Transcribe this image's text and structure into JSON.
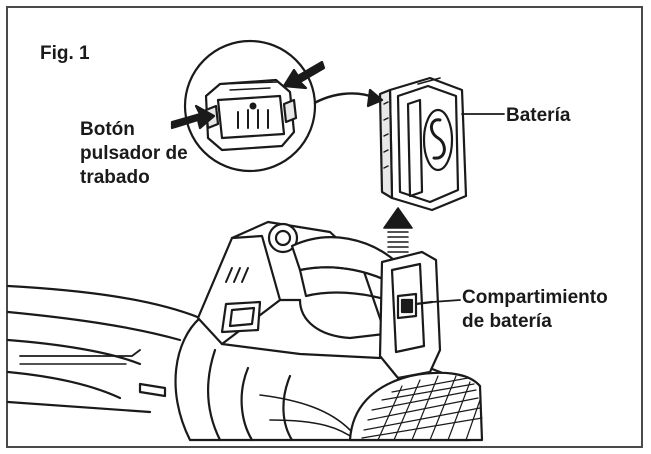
{
  "figure": {
    "title": "Fig. 1",
    "labels": {
      "button": [
        "Botón",
        "pulsador de",
        "trabado"
      ],
      "battery": "Batería",
      "compartment": [
        "Compartimiento",
        "de batería"
      ]
    }
  },
  "colors": {
    "line": "#1a1a1a",
    "frame": "#4a4a4a",
    "fill": "#ffffff",
    "shade": "#e8e8e8"
  }
}
